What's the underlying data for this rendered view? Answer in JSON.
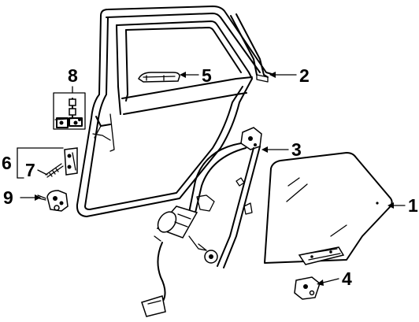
{
  "callouts": [
    {
      "id": "1",
      "text": "1"
    },
    {
      "id": "2",
      "text": "2"
    },
    {
      "id": "3",
      "text": "3"
    },
    {
      "id": "4",
      "text": "4"
    },
    {
      "id": "5",
      "text": "5"
    },
    {
      "id": "6",
      "text": "6"
    },
    {
      "id": "7",
      "text": "7"
    },
    {
      "id": "8",
      "text": "8"
    },
    {
      "id": "9",
      "text": "9"
    }
  ],
  "parts": [
    {
      "id": "door-shell",
      "icon": "door-shell-outline"
    },
    {
      "id": "glass",
      "icon": "door-glass-panel"
    },
    {
      "id": "run-channel",
      "icon": "glass-run-channel"
    },
    {
      "id": "regulator",
      "icon": "window-regulator"
    },
    {
      "id": "motor",
      "icon": "regulator-motor"
    },
    {
      "id": "glass-bracket",
      "icon": "glass-bracket"
    },
    {
      "id": "handle",
      "icon": "outside-handle"
    },
    {
      "id": "hinge",
      "icon": "door-hinge"
    },
    {
      "id": "latch",
      "icon": "door-latch"
    },
    {
      "id": "check-plate",
      "icon": "striker-plate"
    }
  ],
  "colors": {
    "line": "#000000",
    "background": "#ffffff"
  }
}
